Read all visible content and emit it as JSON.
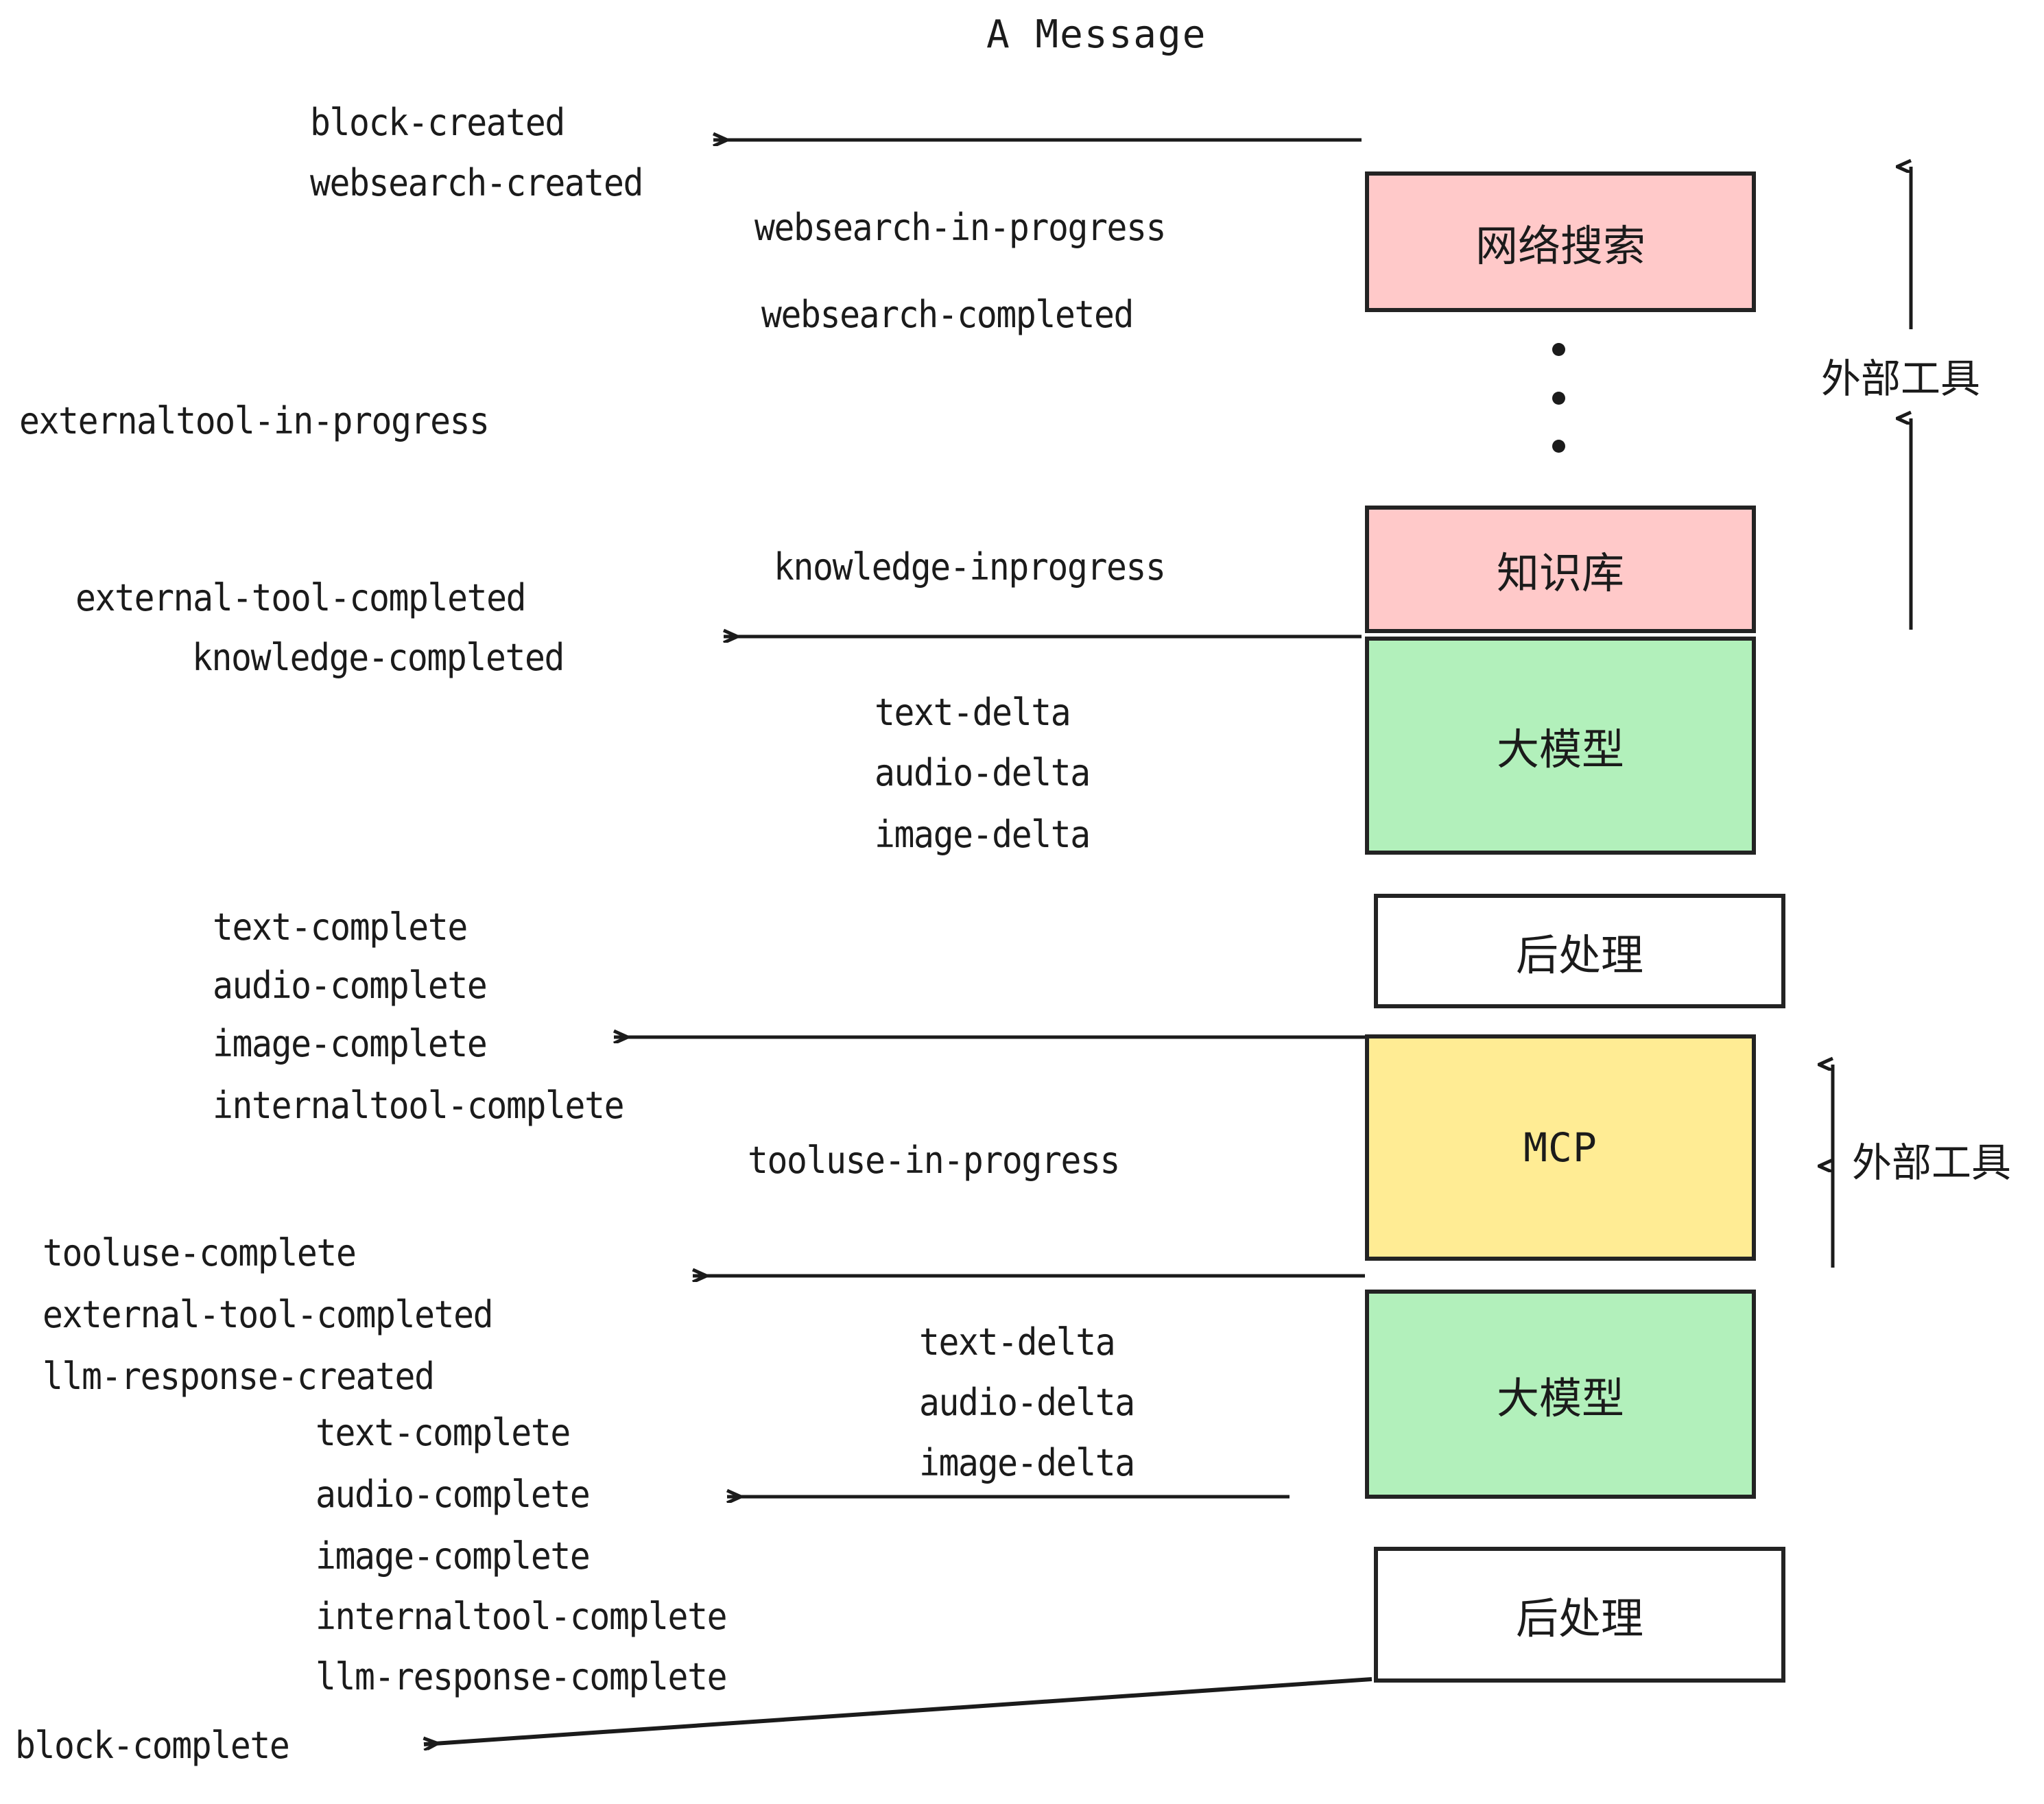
{
  "title": "A Message",
  "colors": {
    "pink": "#ffc9c9",
    "green": "#b2f0bb",
    "yellow": "#ffec94",
    "white": "#ffffff",
    "stroke": "#232323",
    "text": "#1b1b1b"
  },
  "boxes": [
    {
      "id": "websearch",
      "label": "网络搜索",
      "fill": "#ffc9c9"
    },
    {
      "id": "knowledge",
      "label": "知识库",
      "fill": "#ffc9c9"
    },
    {
      "id": "llm-1",
      "label": "大模型",
      "fill": "#b2f0bb"
    },
    {
      "id": "postprocess-1",
      "label": "后处理",
      "fill": "#ffffff"
    },
    {
      "id": "mcp",
      "label": "MCP",
      "fill": "#ffec94"
    },
    {
      "id": "llm-2",
      "label": "大模型",
      "fill": "#b2f0bb"
    },
    {
      "id": "postprocess-2",
      "label": "后处理",
      "fill": "#ffffff"
    }
  ],
  "side_labels": [
    {
      "id": "external-tools-top",
      "label": "外部工具"
    },
    {
      "id": "external-tools-bottom",
      "label": "外部工具"
    }
  ],
  "events": [
    {
      "id": "block-created",
      "text": "block-created"
    },
    {
      "id": "websearch-created",
      "text": "websearch-created"
    },
    {
      "id": "websearch-in-progress",
      "text": "websearch-in-progress"
    },
    {
      "id": "websearch-completed",
      "text": "websearch-completed"
    },
    {
      "id": "externaltool-in-progress",
      "text": "externaltool-in-progress"
    },
    {
      "id": "knowledge-inprogress",
      "text": "knowledge-inprogress"
    },
    {
      "id": "external-tool-completed-1",
      "text": "external-tool-completed"
    },
    {
      "id": "knowledge-completed",
      "text": "knowledge-completed"
    },
    {
      "id": "text-delta-1",
      "text": "text-delta"
    },
    {
      "id": "audio-delta-1",
      "text": "audio-delta"
    },
    {
      "id": "image-delta-1",
      "text": "image-delta"
    },
    {
      "id": "text-complete-1",
      "text": "text-complete"
    },
    {
      "id": "audio-complete-1",
      "text": "audio-complete"
    },
    {
      "id": "image-complete-1",
      "text": "image-complete"
    },
    {
      "id": "internaltool-complete-1",
      "text": "internaltool-complete"
    },
    {
      "id": "tooluse-in-progress",
      "text": "tooluse-in-progress"
    },
    {
      "id": "tooluse-complete",
      "text": "tooluse-complete"
    },
    {
      "id": "external-tool-completed-2",
      "text": "external-tool-completed"
    },
    {
      "id": "llm-response-created",
      "text": "llm-response-created"
    },
    {
      "id": "text-delta-2",
      "text": "text-delta"
    },
    {
      "id": "audio-delta-2",
      "text": "audio-delta"
    },
    {
      "id": "image-delta-2",
      "text": "image-delta"
    },
    {
      "id": "text-complete-2",
      "text": "text-complete"
    },
    {
      "id": "audio-complete-2",
      "text": "audio-complete"
    },
    {
      "id": "image-complete-2",
      "text": "image-complete"
    },
    {
      "id": "internaltool-complete-2",
      "text": "internaltool-complete"
    },
    {
      "id": "llm-response-complete",
      "text": "llm-response-complete"
    },
    {
      "id": "block-complete",
      "text": "block-complete"
    }
  ]
}
